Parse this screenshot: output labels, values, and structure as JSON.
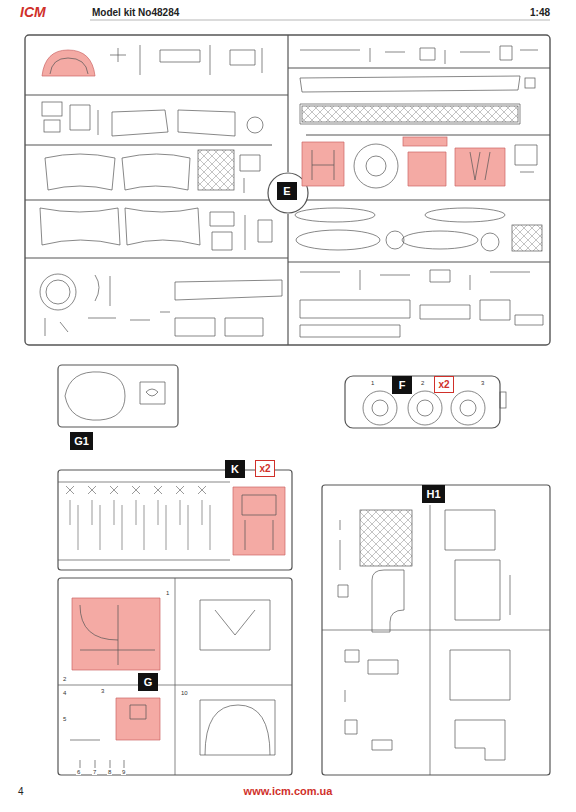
{
  "diagram": {
    "nodes": [
      {
        "text": [
          "E"
        ]
      },
      {
        "text": [
          "F"
        ]
      },
      {
        "text": [
          "x2"
        ]
      },
      {
        "text": [
          "G1"
        ]
      },
      {
        "text": [
          "K"
        ]
      },
      {
        "text": [
          "x2"
        ]
      },
      {
        "text": [
          "H1"
        ]
      },
      {
        "text": [
          "G"
        ]
      }
    ],
    "labels": [
      "ICM",
      "Model kit No48284",
      "1:48",
      "1",
      "2",
      "3",
      "1",
      "2",
      "3",
      "4",
      "5",
      "6",
      "7",
      "8",
      "9",
      "10",
      "4",
      "www.icm.com.ua"
    ]
  }
}
